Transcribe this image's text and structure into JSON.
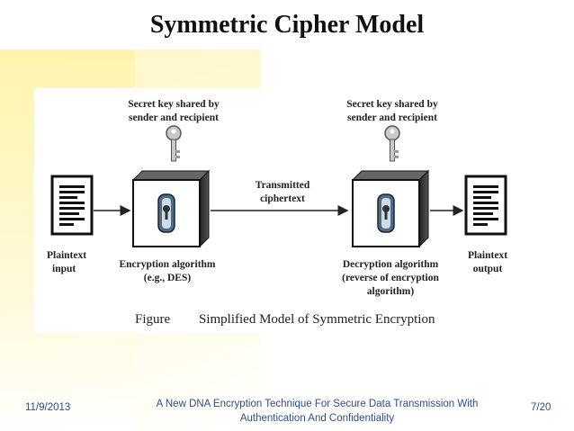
{
  "slide": {
    "title": "Symmetric Cipher Model",
    "footer_date": "11/9/2013",
    "footer_title": "A New DNA Encryption Technique For Secure Data Transmission With Authentication And Confidentiality",
    "footer_page": "7/20"
  },
  "figure": {
    "key_label_left_1": "Secret key shared by",
    "key_label_left_2": "sender and recipient",
    "key_label_right_1": "Secret key shared by",
    "key_label_right_2": "sender and recipient",
    "transmitted_1": "Transmitted",
    "transmitted_2": "ciphertext",
    "plaintext_input_1": "Plaintext",
    "plaintext_input_2": "input",
    "enc_1": "Encryption algorithm",
    "enc_2": "(e.g., DES)",
    "dec_1": "Decryption algorithm",
    "dec_2": "(reverse of encryption",
    "dec_3": "algorithm)",
    "plaintext_output_1": "Plaintext",
    "plaintext_output_2": "output",
    "caption_prefix": "Figure",
    "caption_text": "Simplified Model of Symmetric Encryption"
  }
}
